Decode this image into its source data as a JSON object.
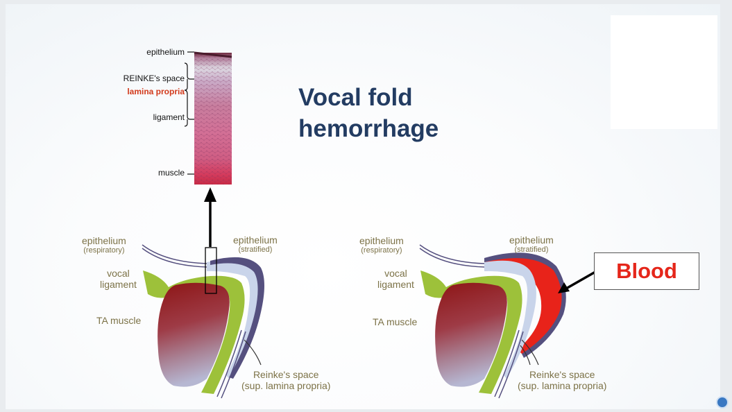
{
  "title": {
    "line1": "Vocal fold",
    "line2": "hemorrhage"
  },
  "histology": {
    "epithelium": "epithelium",
    "reinke": "REINKE's space",
    "lamina": "lamina propria",
    "ligament": "ligament",
    "muscle": "muscle"
  },
  "left_diagram": {
    "epi_resp": "epithelium",
    "epi_resp_sub": "(respiratory)",
    "epi_strat": "epithelium",
    "epi_strat_sub": "(stratified)",
    "vocal_ligament_1": "vocal",
    "vocal_ligament_2": "ligament",
    "ta_muscle": "TA muscle",
    "reinke_1": "Reinke's space",
    "reinke_2": "(sup. lamina propria)"
  },
  "right_diagram": {
    "epi_resp": "epithelium",
    "epi_resp_sub": "(respiratory)",
    "epi_strat": "epithelium",
    "epi_strat_sub": "(stratified)",
    "vocal_ligament_1": "vocal",
    "vocal_ligament_2": "ligament",
    "ta_muscle": "TA muscle",
    "reinke_1": "Reinke's space",
    "reinke_2": "(sup. lamina propria)"
  },
  "blood_label": "Blood",
  "colors": {
    "title": "#233c62",
    "label": "#7c7247",
    "muscle": "#9a1e1e",
    "ligament": "#9dc13a",
    "reinke": "#c9d4ea",
    "epithelium": "#55507f",
    "blood": "#e8231a"
  }
}
